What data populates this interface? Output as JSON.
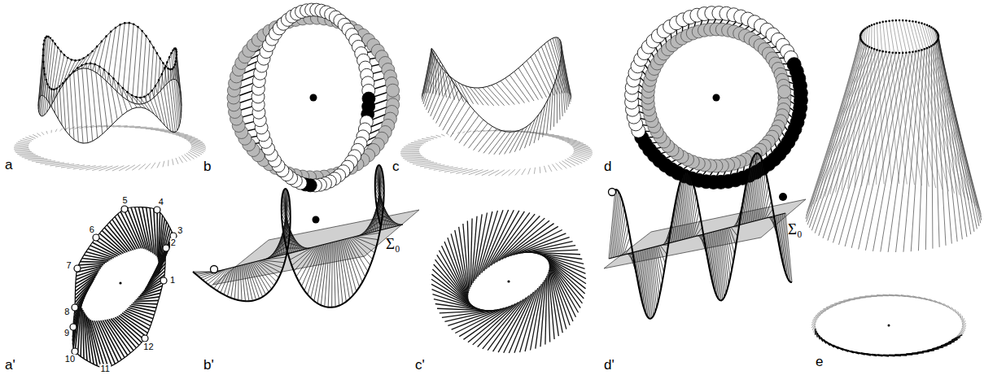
{
  "diagram": {
    "labels": [
      "a",
      "b",
      "c",
      "d",
      "e",
      "a'",
      "b'",
      "c'",
      "d'",
      "1",
      "2",
      "3",
      "4",
      "5",
      "6",
      "7",
      "8",
      "9",
      "10",
      "11",
      "12",
      "Σ₀",
      "Σ₀"
    ]
  }
}
